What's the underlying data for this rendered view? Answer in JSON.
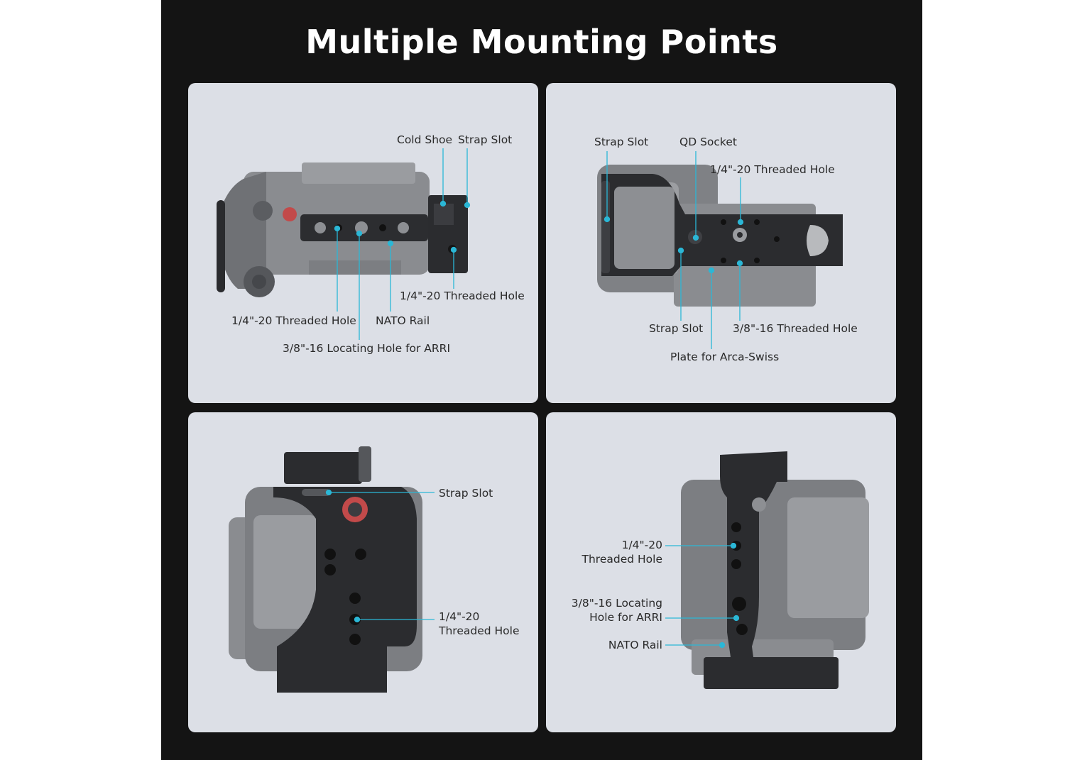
{
  "title": "Multiple Mounting Points",
  "accent_color": "#2bb7d6",
  "panels": [
    {
      "view": "top",
      "labels": {
        "cold_shoe": "Cold Shoe",
        "strap_slot": "Strap Slot",
        "threaded_hole_right": "1/4\"-20 Threaded Hole",
        "threaded_hole_left": "1/4\"-20 Threaded Hole",
        "nato_rail": "NATO Rail",
        "locating_hole": "3/8\"-16 Locating Hole for ARRI"
      }
    },
    {
      "view": "bottom",
      "labels": {
        "strap_slot_top": "Strap Slot",
        "qd_socket": "QD Socket",
        "threaded_hole": "1/4\"-20 Threaded Hole",
        "strap_slot_bottom": "Strap Slot",
        "threaded_hole_38": "3/8\"-16 Threaded Hole",
        "arca_plate": "Plate for Arca-Swiss"
      }
    },
    {
      "view": "grip-side",
      "labels": {
        "strap_slot": "Strap Slot",
        "threaded_hole_line1": "1/4\"-20",
        "threaded_hole_line2": "Threaded Hole"
      }
    },
    {
      "view": "rear-side",
      "labels": {
        "threaded_hole_line1": "1/4\"-20",
        "threaded_hole_line2": "Threaded Hole",
        "locating_line1": "3/8\"-16 Locating",
        "locating_line2": "Hole for ARRI",
        "nato_rail": "NATO Rail"
      }
    }
  ]
}
